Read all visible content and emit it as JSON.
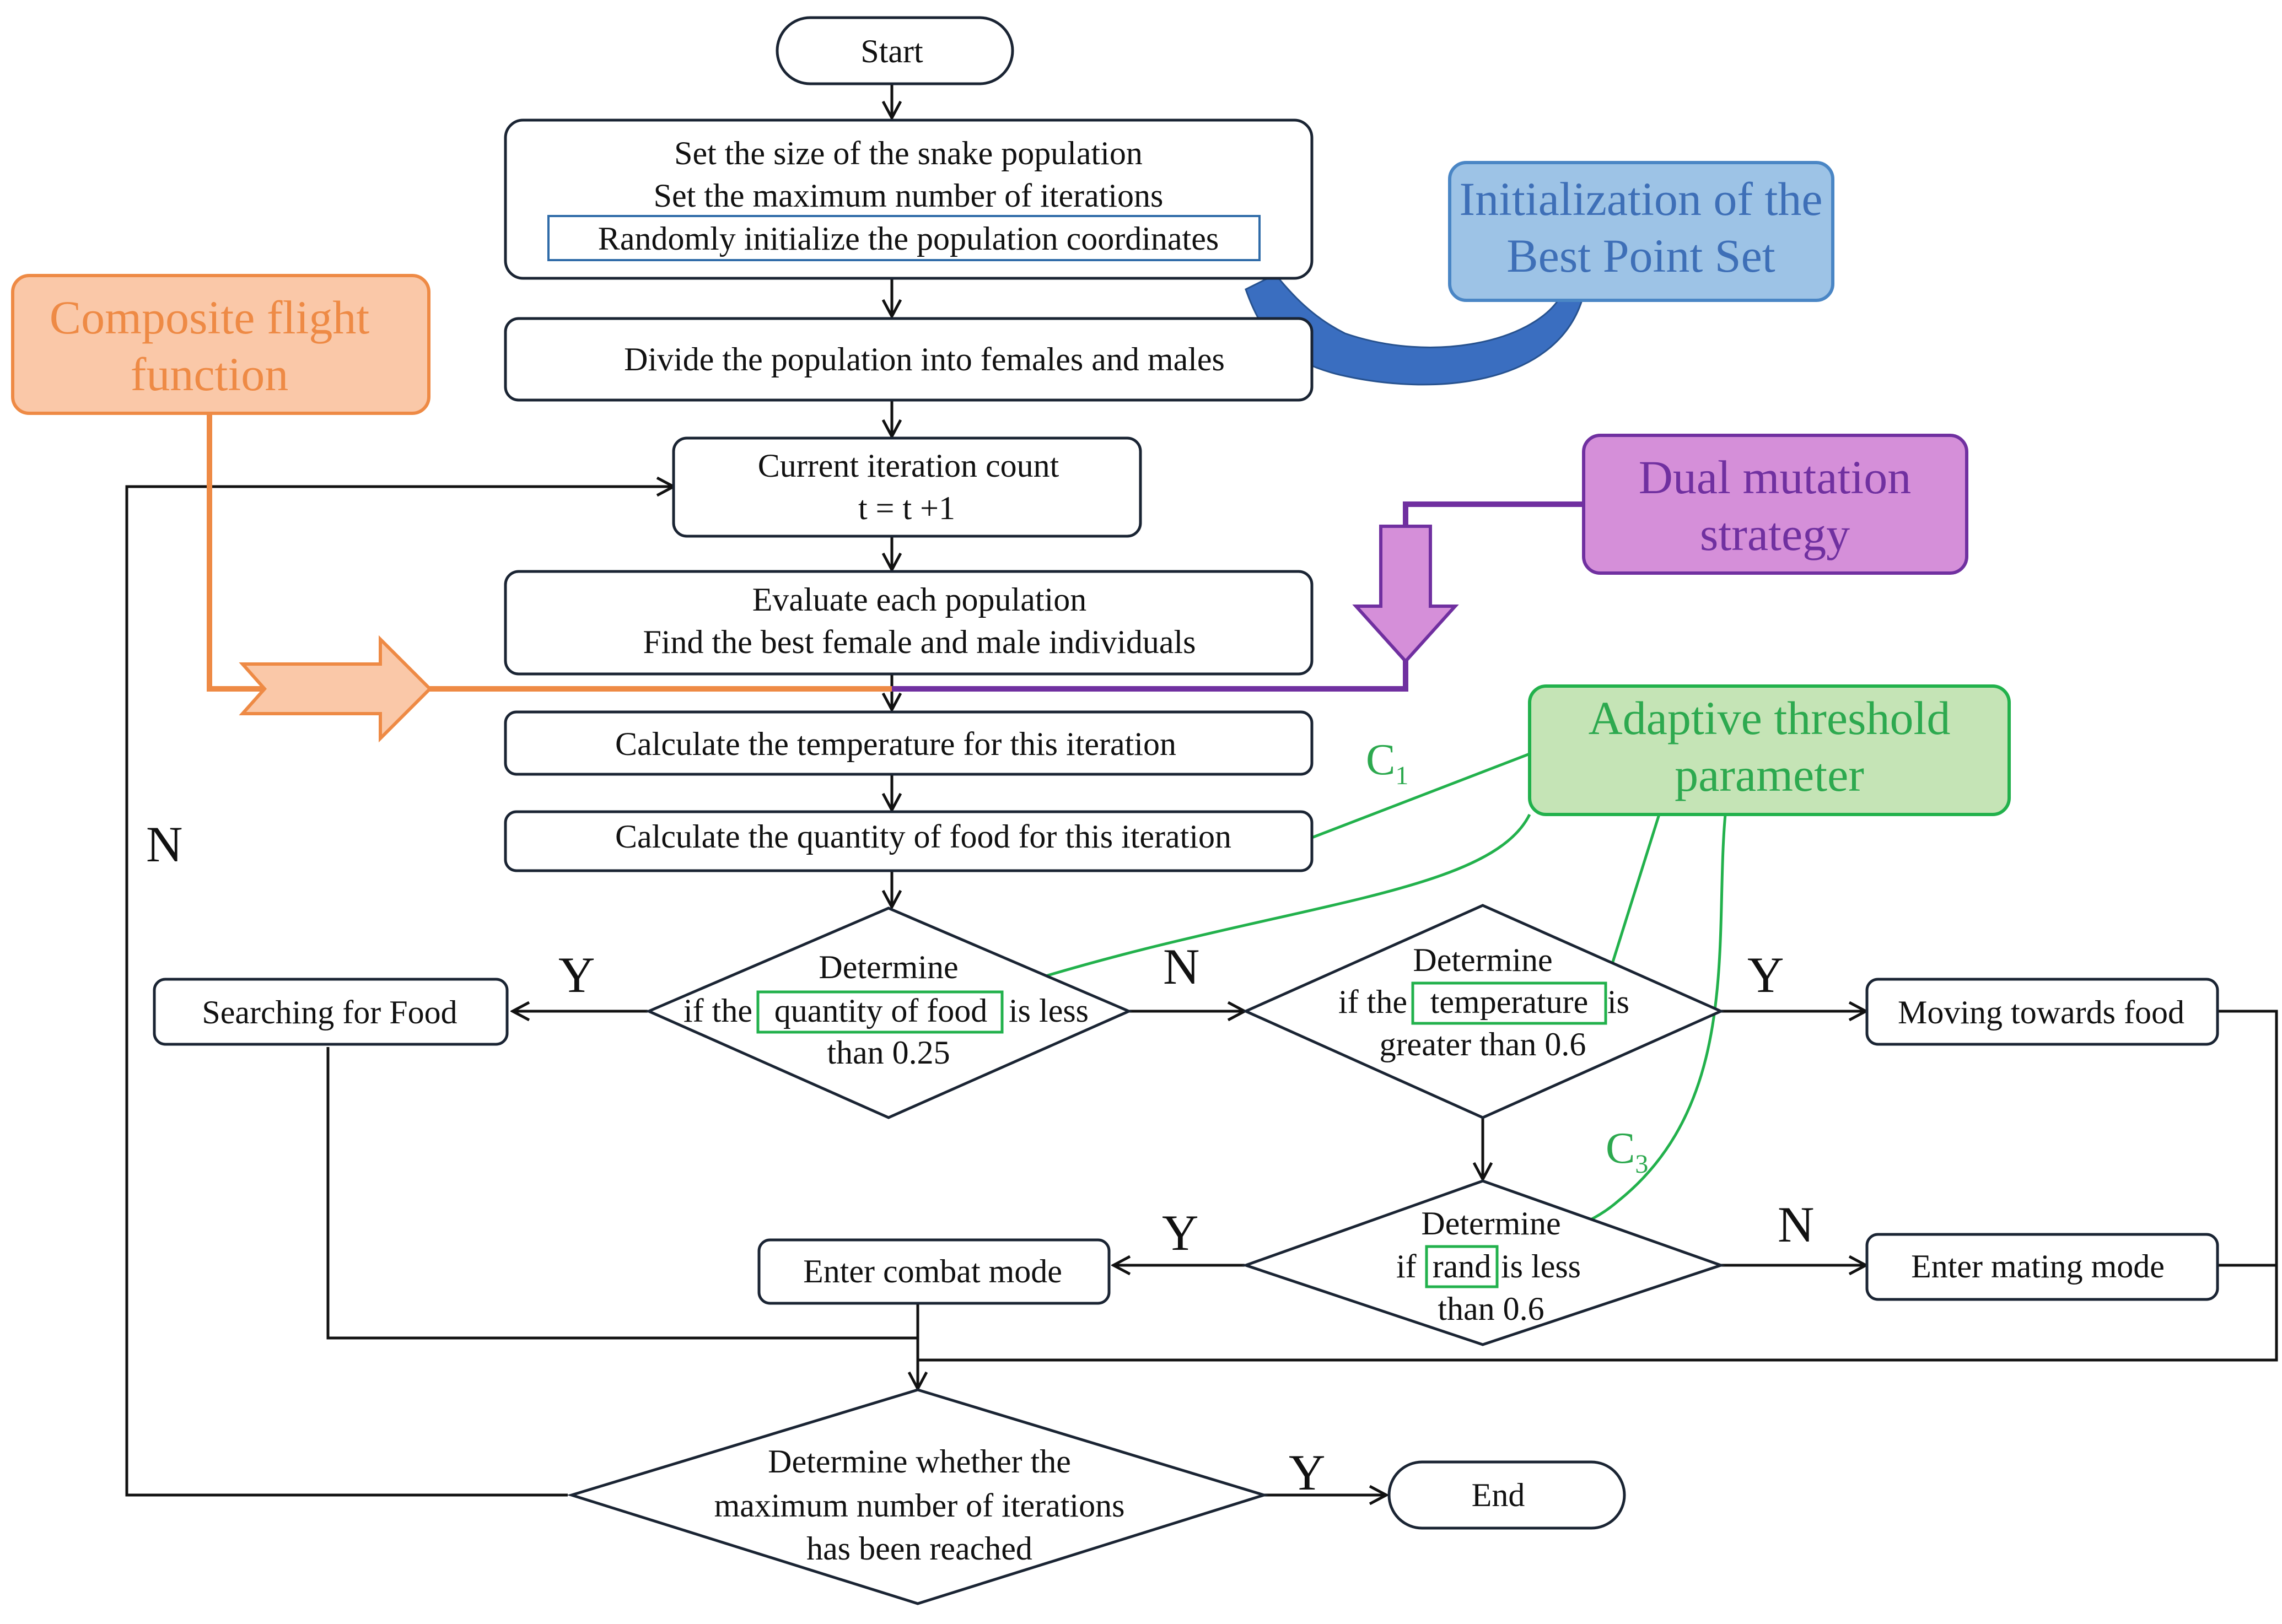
{
  "nodes": {
    "start": "Start",
    "init_l1": "Set the size of the snake population",
    "init_l2": "Set the maximum number of iterations",
    "init_l3": "Randomly initialize the population coordinates",
    "divide": "Divide the population into females and males",
    "iter_l1": "Current iteration count",
    "iter_l2": "t = t +1",
    "eval_l1": "Evaluate each population",
    "eval_l2": "Find the best female and male individuals",
    "temperature": "Calculate the temperature for this iteration",
    "food": "Calculate the quantity of food for this iteration",
    "d1_l1": "Determine",
    "d1_l2a": "if the",
    "d1_l2b": "quantity of food",
    "d1_l2c": "is less",
    "d1_l3": "than 0.25",
    "d2_l1": "Determine",
    "d2_l2a": "if the",
    "d2_l2b": "temperature",
    "d2_l2c": "is",
    "d2_l3": "greater than 0.6",
    "d3_l1": "Determine",
    "d3_l2a": "if",
    "d3_l2b": "rand",
    "d3_l2c": "is less",
    "d3_l3": "than 0.6",
    "search": "Searching for Food",
    "moving": "Moving towards food",
    "combat": "Enter combat mode",
    "mating": "Enter mating mode",
    "d4_l1": "Determine whether the",
    "d4_l2": "maximum number of iterations",
    "d4_l3": "has been reached",
    "end": "End"
  },
  "edge_labels": {
    "y1": "Y",
    "n1": "N",
    "y2": "Y",
    "y3": "Y",
    "n3": "N",
    "y4": "Y",
    "n_loop": "N",
    "c1_main": "C",
    "c1_sub": "1",
    "c3_main": "C",
    "c3_sub": "3"
  },
  "callouts": {
    "best_point_l1": "Initialization of the",
    "best_point_l2": "Best Point Set",
    "composite_l1": "Composite flight",
    "composite_l2": "function",
    "dual_l1": "Dual mutation",
    "dual_l2": "strategy",
    "adaptive_l1": "Adaptive threshold",
    "adaptive_l2": "parameter"
  },
  "colors": {
    "orange": "#EE8A45",
    "orange_fill": "#FAC8A8",
    "blue_fill": "#9DC3E6",
    "blue_stroke": "#4A86C5",
    "blue_text": "#3E6FB7",
    "purple": "#7030A0",
    "purple_fill": "#D58FD9",
    "green": "#22B14C",
    "green_fill": "#C5E4B6",
    "green_text": "#2DA94F"
  }
}
